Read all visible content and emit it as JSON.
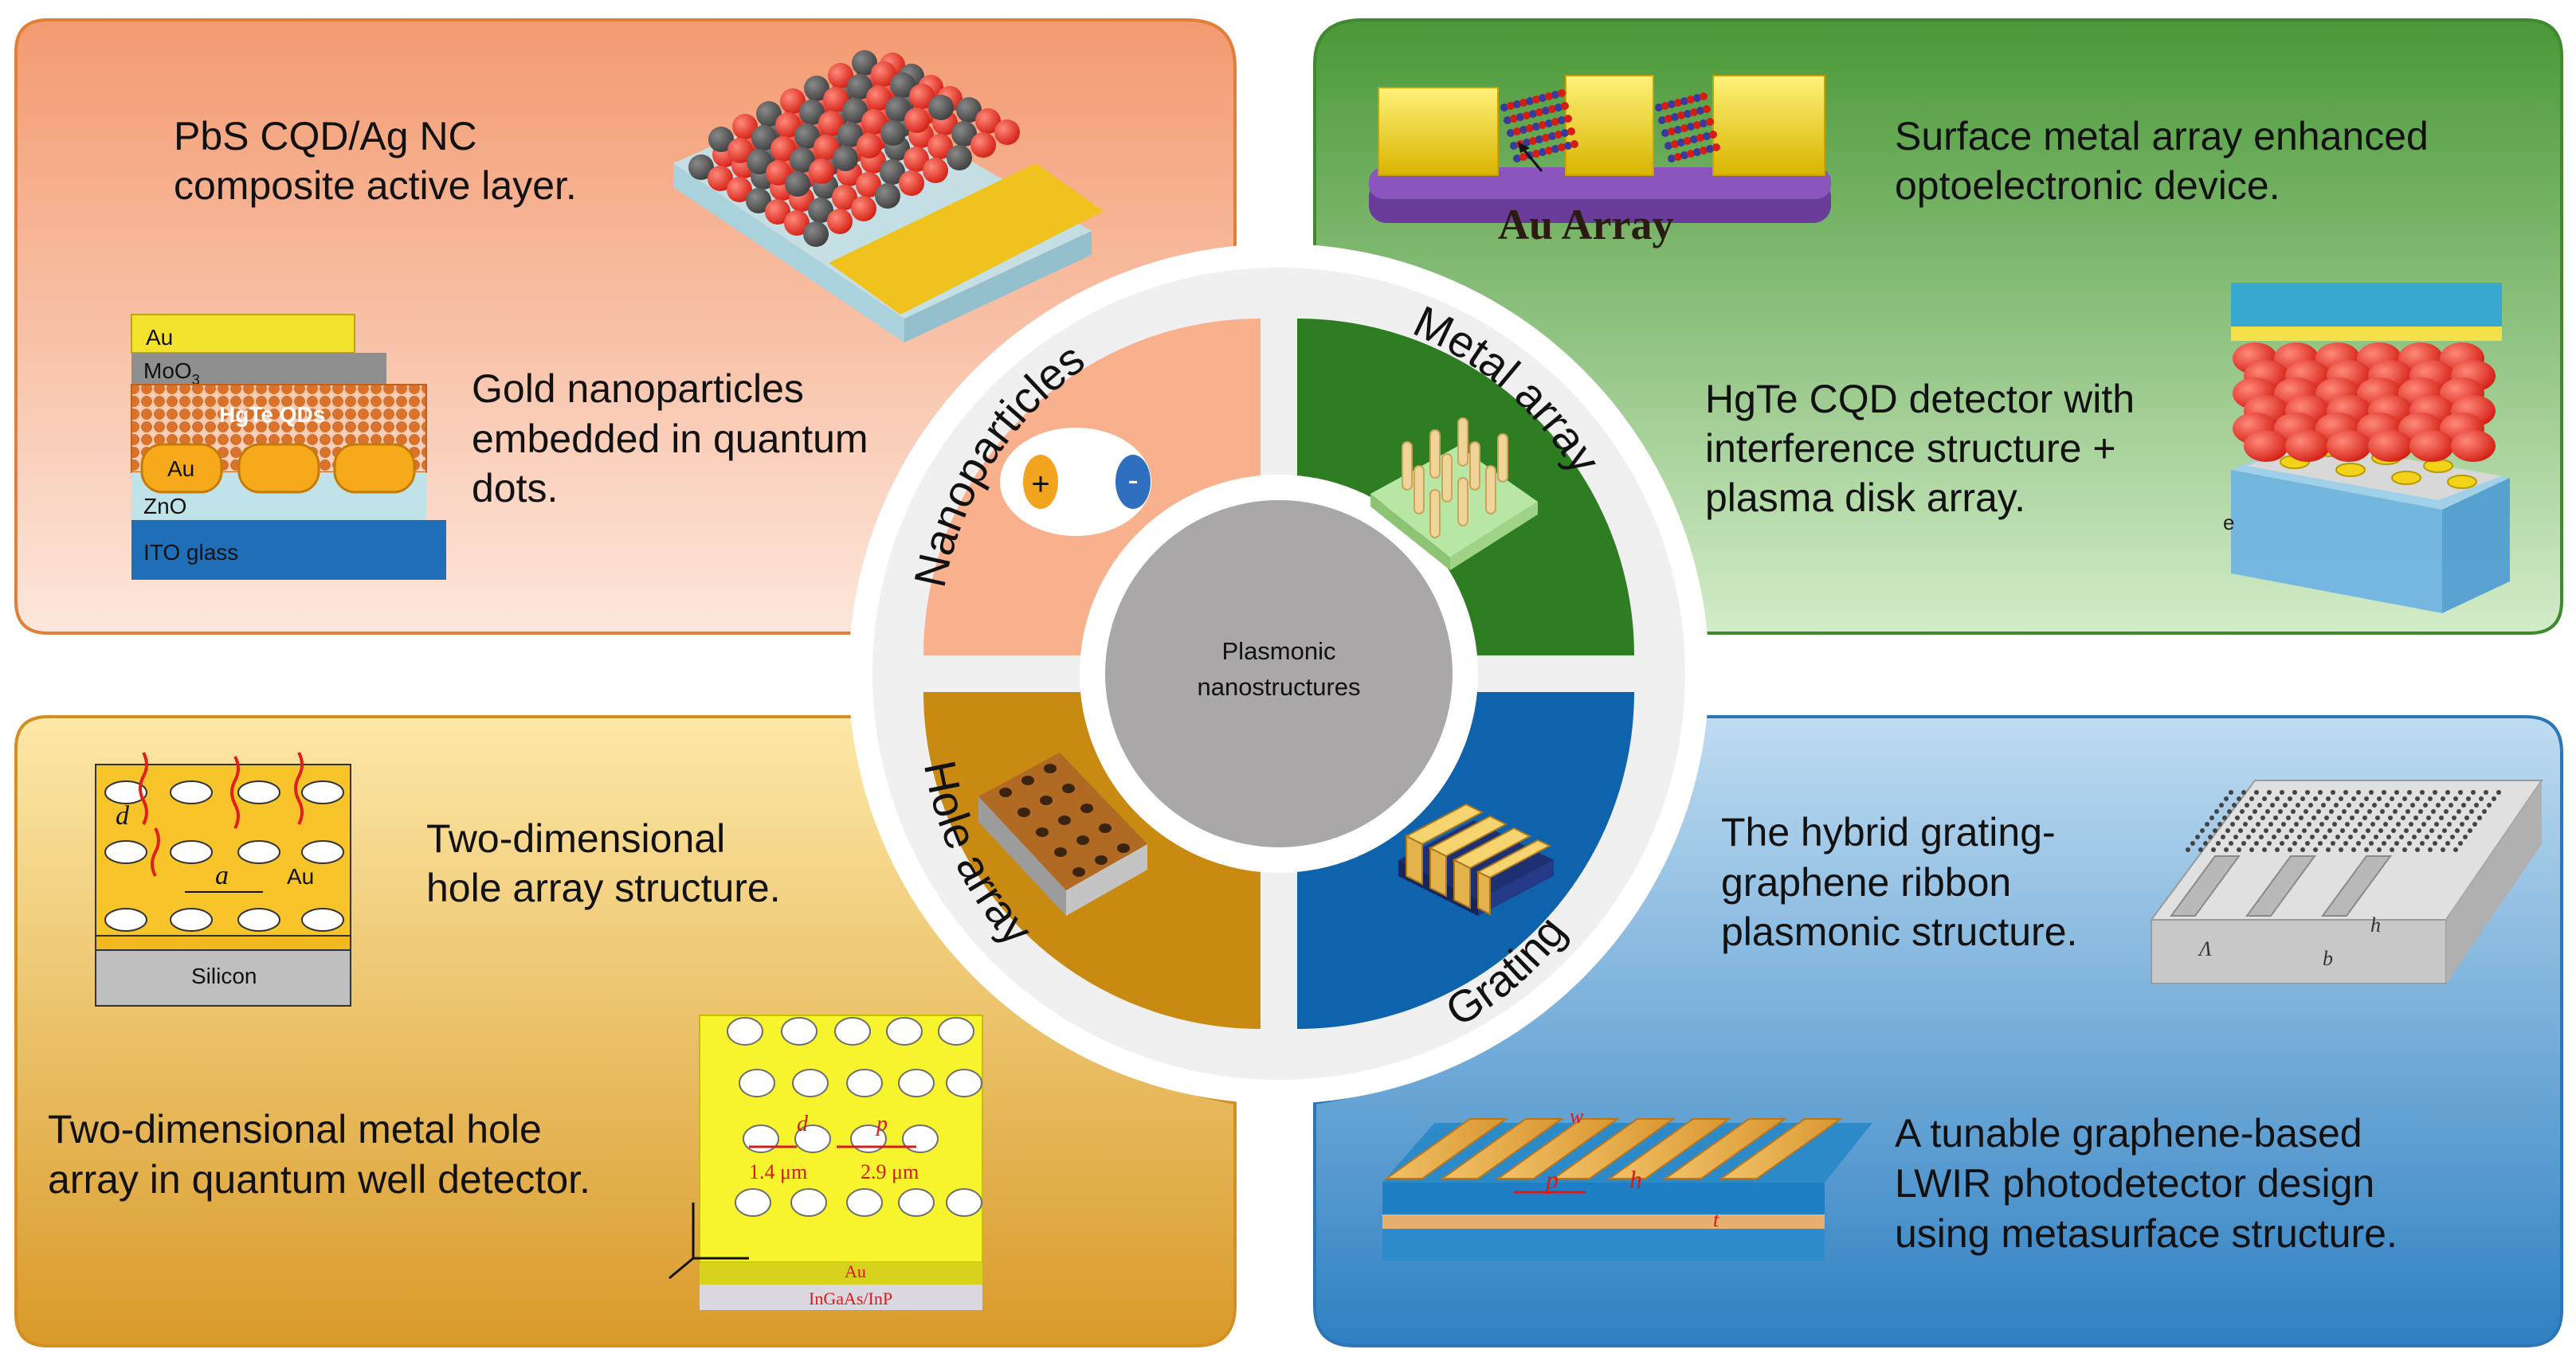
{
  "center": {
    "line1": "Plasmonic",
    "line2": "nanostructures",
    "color": "#a9a7a8"
  },
  "ring_labels": {
    "nanoparticles": "Nanoparticles",
    "metal_array": "Metal array",
    "hole_array": "Hole array",
    "grating": "Grating"
  },
  "panels": {
    "top_left": {
      "color": "#f6a17a",
      "caption1": [
        "PbS CQD/Ag NC",
        "composite active layer."
      ],
      "caption2": [
        "Gold nanoparticles",
        "embedded in quantum",
        "dots."
      ],
      "stack": {
        "au": "Au",
        "moo3": "MoO",
        "moo3_sub": "3",
        "hgte": "HgTe QDs",
        "au_np": "Au",
        "zno": "ZnO",
        "ito": "ITO glass"
      }
    },
    "top_right": {
      "color": "#4c9a3b",
      "caption1": [
        "Surface metal array enhanced",
        "optoelectronic device."
      ],
      "caption2": [
        "HgTe CQD detector with",
        "interference structure +",
        "plasma disk array."
      ],
      "au_array_label": "Au Array",
      "e_label": "e"
    },
    "bottom_left": {
      "color": "#e2a530",
      "caption1": [
        "Two-dimensional",
        "hole array structure."
      ],
      "caption2": [
        "Two-dimensional metal hole",
        "array in quantum well detector."
      ],
      "diagram": {
        "d": "d",
        "a": "a",
        "au": "Au",
        "silicon": "Silicon",
        "d2": "d",
        "p": "p",
        "dim1": "1.4 μm",
        "dim2": "2.9 μm",
        "au2": "Au",
        "substrate": "InGaAs/InP"
      }
    },
    "bottom_right": {
      "color": "#3b86c4",
      "caption1": [
        "The hybrid grating-",
        "graphene ribbon",
        "plasmonic structure."
      ],
      "caption2": [
        "A tunable graphene-based",
        "LWIR photodetector design",
        "using metasurface structure."
      ],
      "diagram": {
        "lambda": "Λ",
        "b": "b",
        "h": "h",
        "p": "p",
        "h2": "h",
        "t": "t",
        "w": "w"
      }
    }
  }
}
